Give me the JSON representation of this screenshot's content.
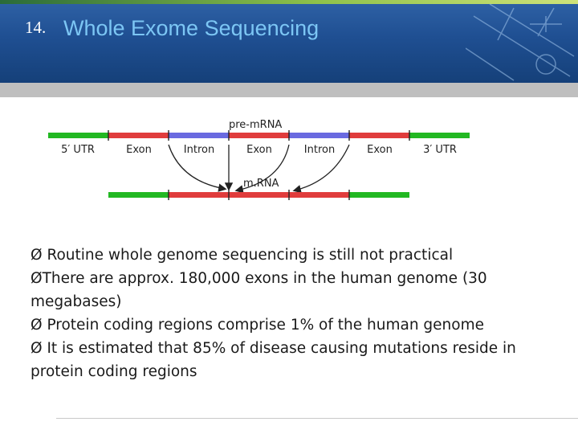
{
  "slide": {
    "number": "14.",
    "title": "Whole Exome Sequencing"
  },
  "diagram": {
    "pre_mrna_label": "pre-mRNA",
    "mrna_label": "m.RNA",
    "segment_labels": [
      "5′ UTR",
      "Exon",
      "Intron",
      "Exon",
      "Intron",
      "Exon",
      "3′ UTR"
    ],
    "colors": {
      "utr": "#22b822",
      "exon": "#e03c3c",
      "intron": "#6a6ae0"
    }
  },
  "bullets": [
    {
      "marker": "Ø",
      "text": " Routine whole genome sequencing is still not practical"
    },
    {
      "marker": "Ø",
      "text": "There are approx. 180,000 exons in the human genome (30 megabases)"
    },
    {
      "marker": "Ø",
      "text": " Protein coding regions comprise 1% of the human genome"
    },
    {
      "marker": "Ø",
      "text": " It is estimated that 85% of disease causing mutations reside in protein coding regions"
    }
  ]
}
